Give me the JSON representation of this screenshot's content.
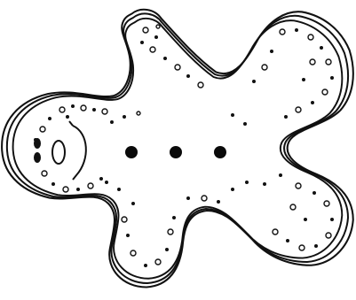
{
  "illustration": {
    "subject": "gingerbread-man-cookie",
    "colors": {
      "background": "#ffffff",
      "ink": "#111111",
      "button": "#0a0a0a"
    },
    "counts": {
      "outline_rings": 3,
      "buttons": 3
    }
  }
}
